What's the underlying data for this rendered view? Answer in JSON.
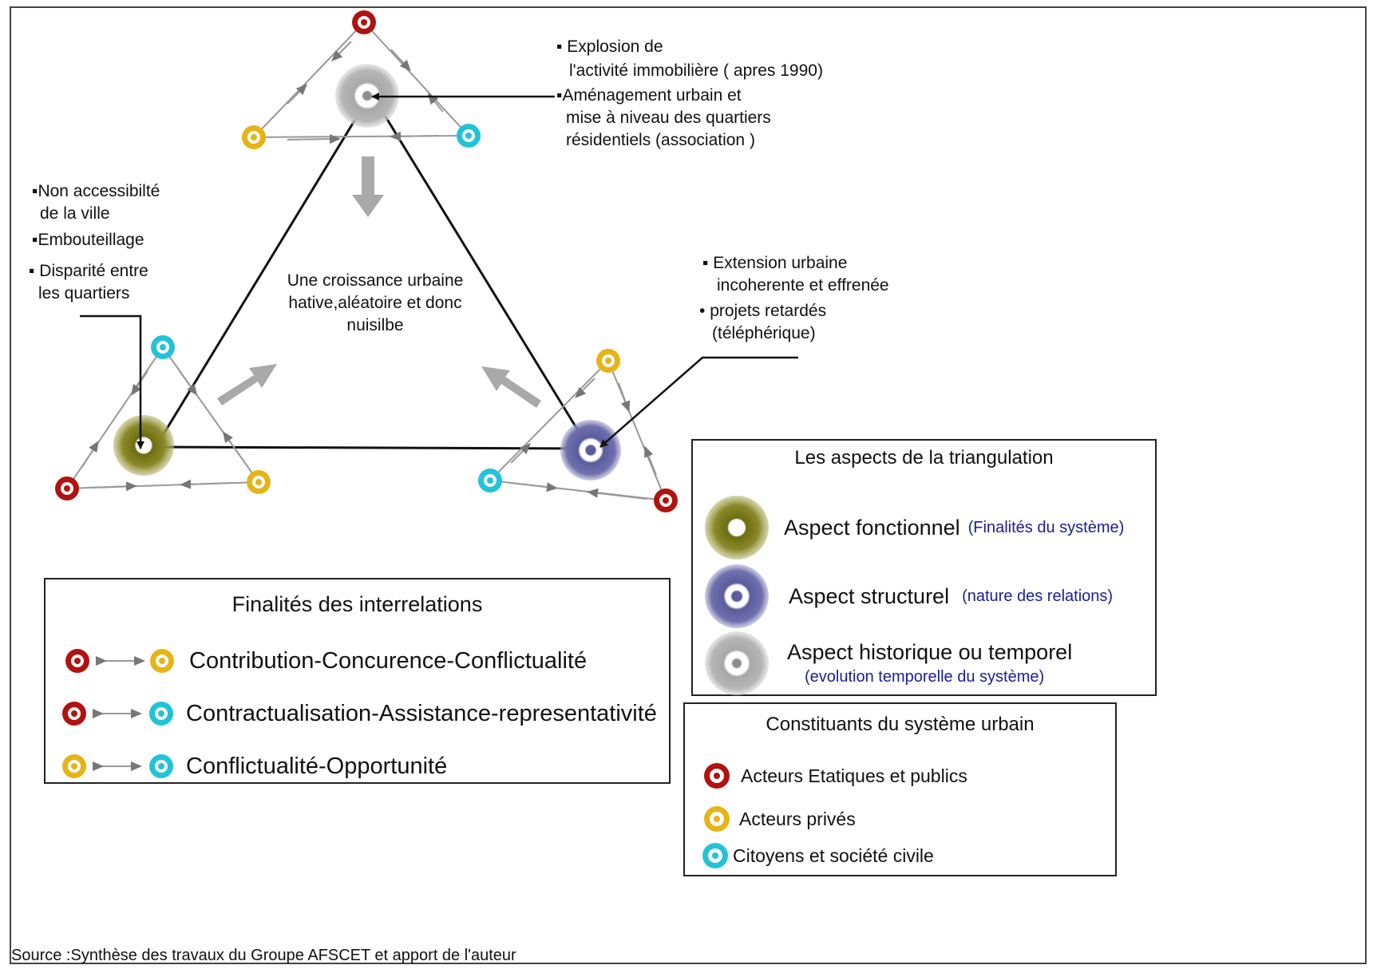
{
  "colors": {
    "red": "#b2120f",
    "yellow": "#e7b417",
    "cyan": "#22c3d8",
    "olive": "#7e7d1c",
    "purple": "#5b5c9c",
    "gray": "#a8a8a8",
    "line": "#111111",
    "blue_text": "#1c1c9a"
  },
  "annotations": {
    "top_right": {
      "item1": [
        "Explosion de",
        "l'activité immobilière ( apres 1990)"
      ],
      "item2": [
        "Aménagement urbain et",
        "mise à niveau des quartiers",
        "résidentiels (association )"
      ]
    },
    "left": {
      "item1": [
        "Non accessibilté",
        "de la ville"
      ],
      "item2": "Embouteillage",
      "item3": [
        "Disparité entre",
        "les quartiers"
      ]
    },
    "right": {
      "item1": [
        "Extension urbaine",
        "incoherente et effrenée"
      ],
      "item2": [
        "projets retardés",
        "(téléphérique)"
      ]
    },
    "center": [
      "Une croissance urbaine",
      "hative,aléatoire et donc",
      "nuisilbe"
    ]
  },
  "legend_interrelations": {
    "title": "Finalités des interrelations",
    "rows": [
      {
        "from": "red",
        "to": "yellow",
        "label": "Contribution-Concurence-Conflictualité"
      },
      {
        "from": "red",
        "to": "cyan",
        "label": "Contractualisation-Assistance-representativité"
      },
      {
        "from": "yellow",
        "to": "cyan",
        "label": "Conflictualité-Opportunité"
      }
    ]
  },
  "legend_aspects": {
    "title": "Les aspects de la triangulation",
    "rows": [
      {
        "icon": "olive",
        "label": "Aspect fonctionnel",
        "note": "(Finalités du système)"
      },
      {
        "icon": "purple",
        "label": "Aspect  structurel",
        "note": "(nature des relations)"
      },
      {
        "icon": "gray",
        "label": "Aspect  historique ou temporel",
        "note": "(evolution temporelle du système)"
      }
    ]
  },
  "legend_constituants": {
    "title": "Constituants du système urbain",
    "rows": [
      {
        "icon": "red",
        "label": "Acteurs Etatiques et publics"
      },
      {
        "icon": "yellow",
        "label": "Acteurs privés"
      },
      {
        "icon": "cyan",
        "label": "Citoyens et société civile"
      }
    ]
  },
  "source": "Source :Synthèse des travaux du Groupe AFSCET et apport de l'auteur"
}
